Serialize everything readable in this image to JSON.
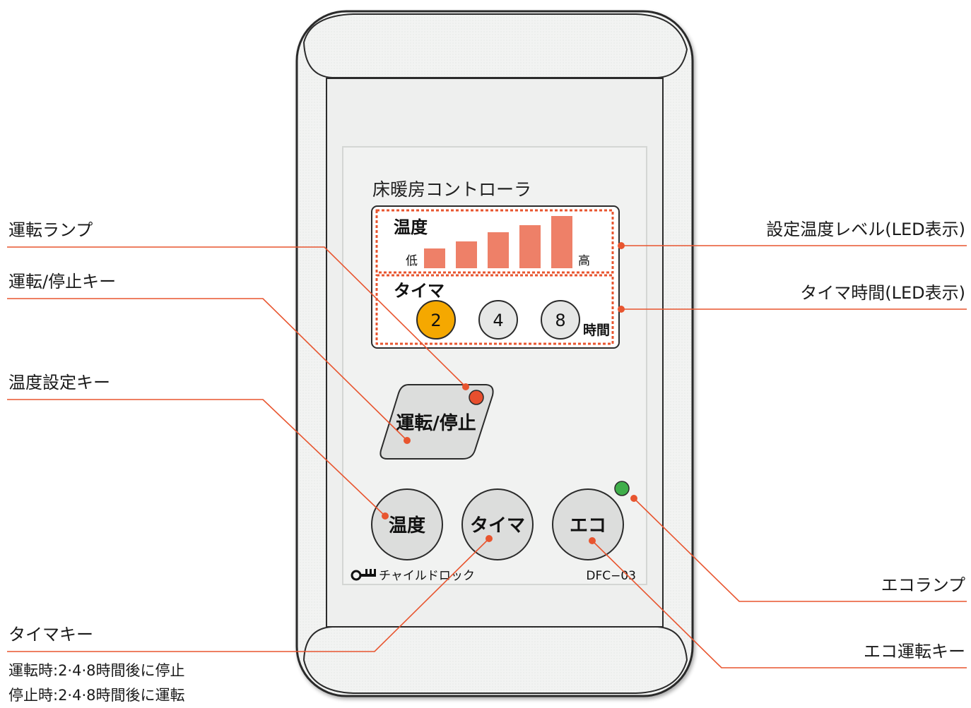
{
  "device": {
    "title": "床暖房コントローラ",
    "model": "DFC−03",
    "child_lock": "チャイルドロック",
    "temperature_display": {
      "label": "温度",
      "low": "低",
      "high": "高",
      "levels": 5
    },
    "timer_display": {
      "label": "タイマ",
      "options": [
        "2",
        "4",
        "8"
      ],
      "unit": "時間",
      "active_option": "2"
    },
    "keys": {
      "run_stop": "運転/停止",
      "temperature": "温度",
      "timer": "タイマ",
      "eco": "エコ"
    },
    "lamps": {
      "run_lamp_color": "#e84f2e",
      "eco_lamp_color": "#3fae4a"
    }
  },
  "callouts": {
    "run_lamp": "運転ランプ",
    "run_stop_key": "運転/停止キー",
    "temp_key": "温度設定キー",
    "timer_key": "タイマキー",
    "timer_note_1": "運転時:2·4·8時間後に停止",
    "timer_note_2": "停止時:2·4·8時間後に運転",
    "temp_level": "設定温度レベル(LED表示)",
    "timer_time": "タイマ時間(LED表示)",
    "eco_lamp": "エコランプ",
    "eco_key": "エコ運転キー"
  },
  "colors": {
    "accent": "#e8552f",
    "led_bar": "#ee8068",
    "timer_active": "#f5a800",
    "panel": "#eef0ef"
  }
}
